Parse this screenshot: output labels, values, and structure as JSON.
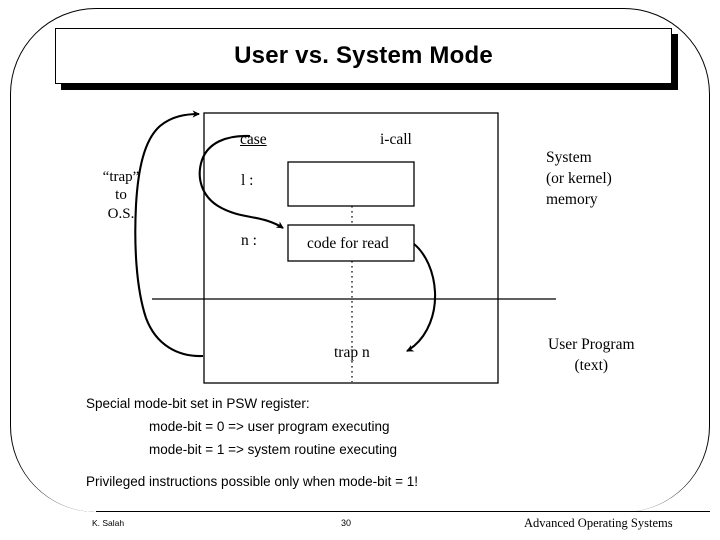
{
  "slide": {
    "title": "User vs. System Mode",
    "diagram": {
      "left_note": "“trap”\nto\nO.S.",
      "case_label": "case",
      "icall_label": "i-call",
      "row_l_label": "l :",
      "row_n_label": "n :",
      "code_box_label": "code for read",
      "empty_box_label": "",
      "trap_n_label": "trap   n",
      "system_memory_label": "System\n(or kernel)\nmemory",
      "user_program_label": "User Program\n(text)"
    },
    "body_lines": [
      "Special mode-bit set in PSW register:",
      "mode-bit = 0  =>  user program executing",
      "mode-bit = 1  =>  system routine executing",
      "Privileged instructions possible only when mode-bit = 1!"
    ],
    "footer": {
      "author": "K. Salah",
      "page_number": "30",
      "course": "Advanced Operating Systems"
    },
    "colors": {
      "ink": "#000000",
      "background": "#ffffff"
    }
  }
}
